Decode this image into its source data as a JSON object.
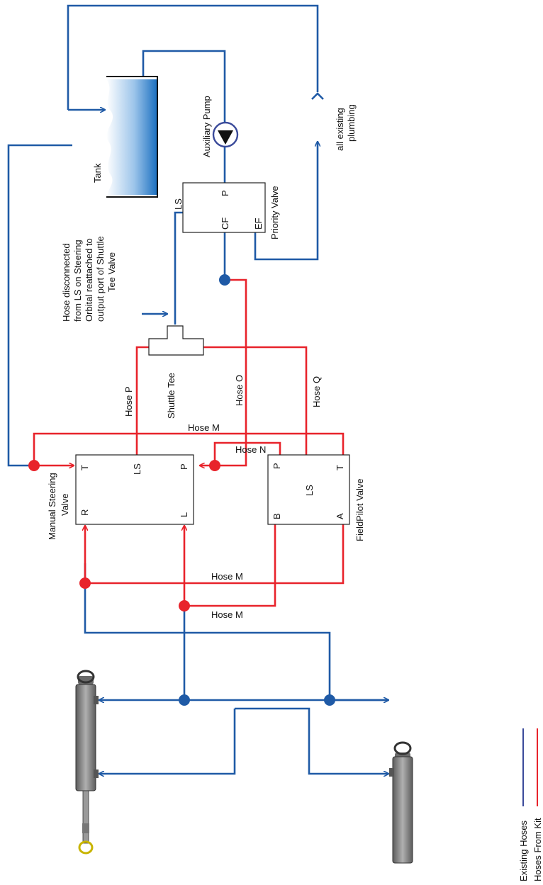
{
  "colors": {
    "existing_hose": "#1f5aa6",
    "kit_hose": "#e8232b",
    "legend_existing_line": "#3a4a9a",
    "tank_water": "#1a6fc0",
    "cylinder_gray": "#8a8a8a",
    "pump_circle": "#3a4a9a"
  },
  "icons": [
    "tank-icon",
    "pump-icon",
    "hydraulic-cylinder-icon",
    "arrow-icon",
    "junction-dot-icon"
  ],
  "labels": {
    "tank": "Tank",
    "auxiliary_pump": "Auxiliary Pump",
    "all_existing_plumbing_1": "all existing",
    "all_existing_plumbing_2": "plumbing",
    "priority_valve": "Priority Valve",
    "hose_note_1": "Hose disconnected",
    "hose_note_2": "from LS on Steering",
    "hose_note_3": "Orbital reattached to",
    "hose_note_4": "output port of Shuttle",
    "hose_note_5": "Tee Valve",
    "shuttle_tee": "Shuttle Tee",
    "manual_steering_1": "Manual Steering",
    "manual_steering_2": "Valve",
    "fieldpilot_valve": "FieldPilot Valve"
  },
  "ports": {
    "priority": {
      "ls": "LS",
      "p": "P",
      "cf": "CF",
      "ef": "EF"
    },
    "manual": {
      "t": "T",
      "ls": "LS",
      "p": "P",
      "r": "R",
      "l": "L"
    },
    "fieldpilot": {
      "p": "P",
      "t": "T",
      "ls": "LS",
      "b": "B",
      "a": "A"
    }
  },
  "hoses": {
    "hose_p": "Hose P",
    "hose_o": "Hose O",
    "hose_q": "Hose Q",
    "hose_m_top": "Hose M",
    "hose_n": "Hose N",
    "hose_m_mid": "Hose M",
    "hose_m_low": "Hose M"
  },
  "legend": {
    "existing": "Existing Hoses",
    "kit": "Hoses From Kit"
  }
}
